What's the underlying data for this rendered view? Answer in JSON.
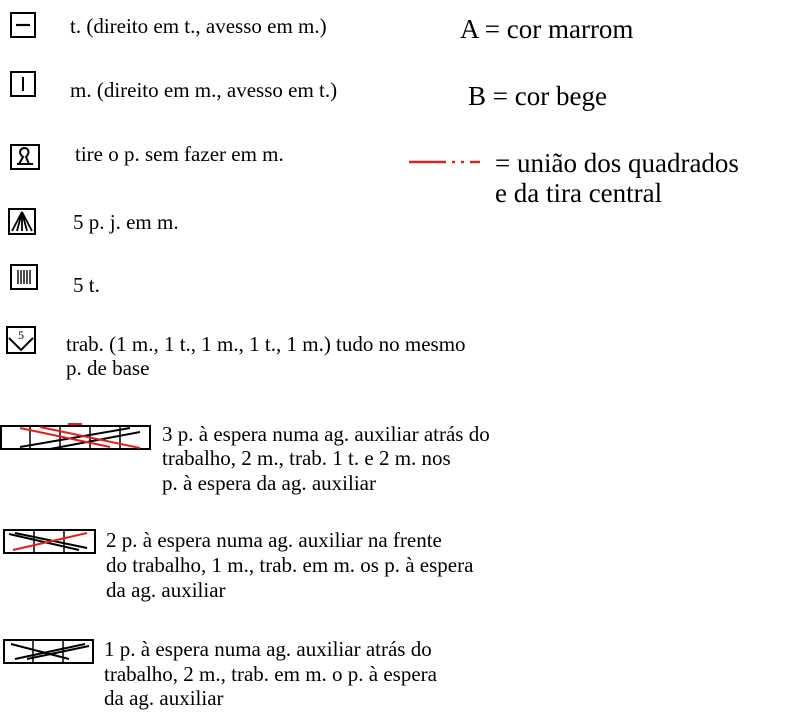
{
  "legend": {
    "purl": {
      "icon": "purl-dash-icon",
      "text": "t. (direito em t., avesso em m.)"
    },
    "knit": {
      "icon": "knit-bar-icon",
      "text": "m. (direito em m., avesso em t.)"
    },
    "slip": {
      "icon": "slip-loop-icon",
      "text": "tire o p. sem fazer em m."
    },
    "k5tog": {
      "icon": "five-together-icon",
      "text": "5 p. j. em m."
    },
    "p5": {
      "icon": "five-purl-bars-icon",
      "text": "5 t."
    },
    "increase5": {
      "icon": "five-in-one-icon",
      "label": "5",
      "lines": [
        "trab. (1 m., 1 t., 1 m., 1 t., 1 m.) tudo no mesmo",
        "p. de base"
      ]
    },
    "cable5": {
      "icon": "cable-5-back-icon",
      "lines": [
        "3 p. à espera numa ag. auxiliar atrás do",
        "trabalho, 2 m., trab. 1 t. e 2 m. nos",
        "p. à espera da ag. auxiliar"
      ]
    },
    "cable3front": {
      "icon": "cable-3-front-icon",
      "lines": [
        "2 p. à espera numa ag. auxiliar na frente",
        "do trabalho, 1 m., trab. em m. os p. à espera",
        "da ag. auxiliar"
      ]
    },
    "cable3back": {
      "icon": "cable-3-back-icon",
      "lines": [
        "1 p. à espera numa ag. auxiliar atrás do",
        "trabalho, 2 m., trab. em m. o p. à espera",
        "da ag. auxiliar"
      ]
    }
  },
  "colors": {
    "a": "A = cor marrom",
    "b": "B = cor bege",
    "join": "= união dos quadrados",
    "join2": "e da tira central",
    "join_icon": "red-dash-dot-line-icon",
    "red": "#e0201b",
    "black": "#000000"
  }
}
